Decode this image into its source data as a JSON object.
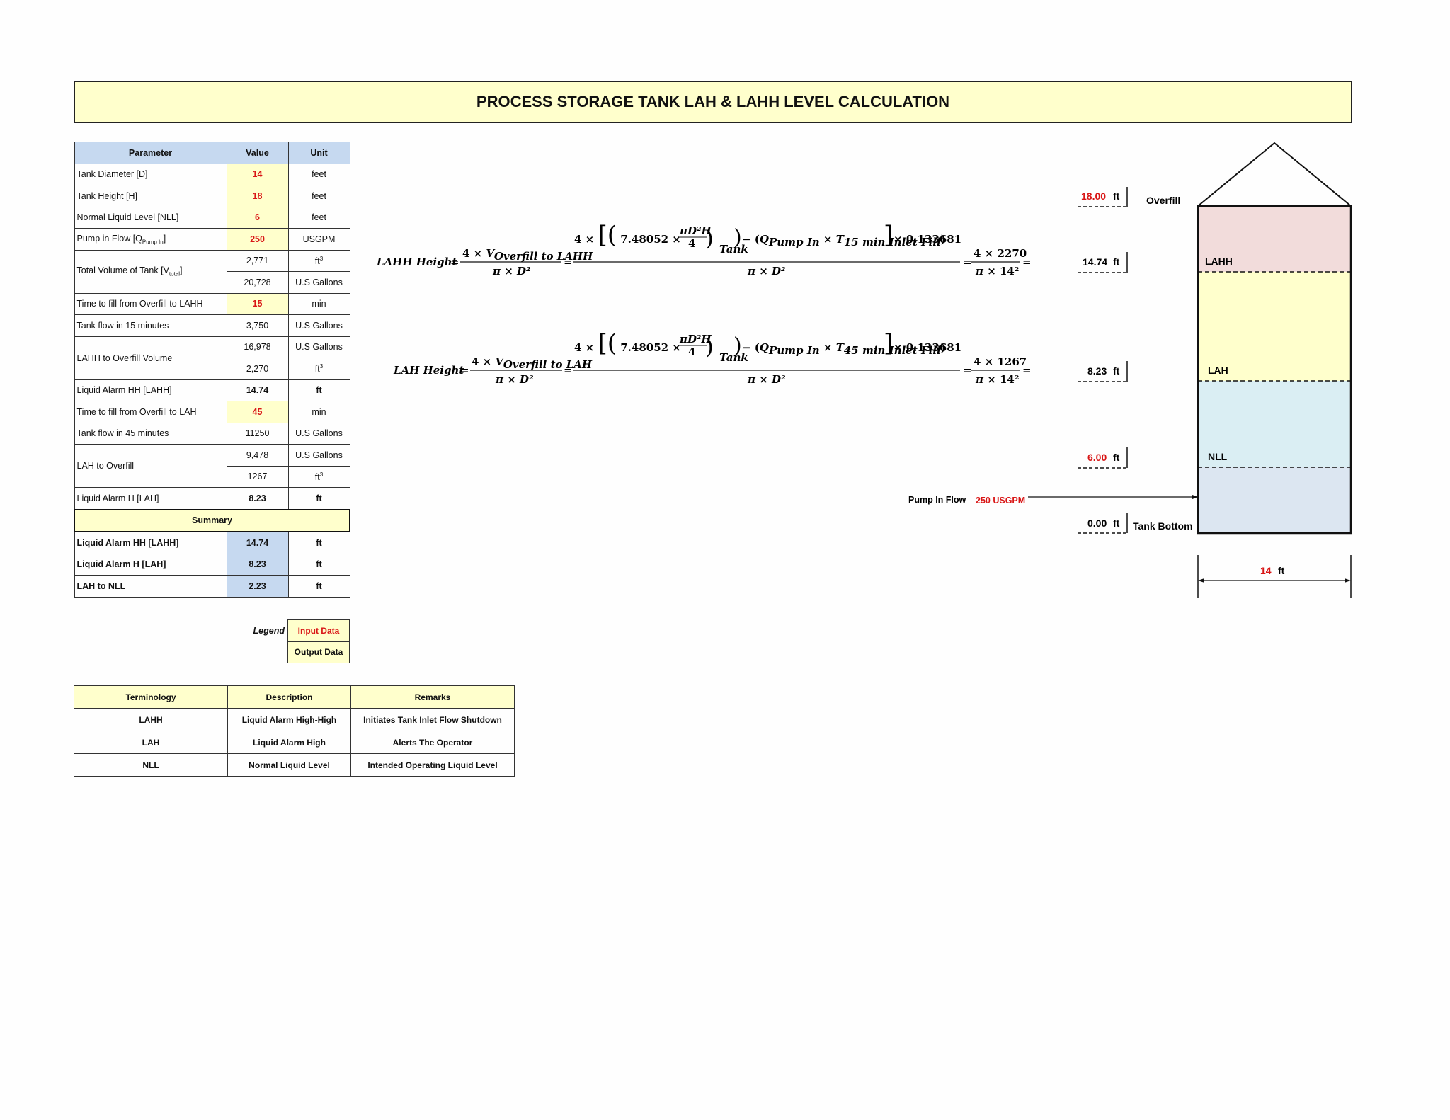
{
  "title": "PROCESS STORAGE TANK LAH & LAHH LEVEL CALCULATION",
  "param_table": {
    "headers": [
      "Parameter",
      "Value",
      "Unit"
    ],
    "rows": [
      {
        "param": "Tank Diameter [D]",
        "value": "14",
        "unit": "feet",
        "type": "input"
      },
      {
        "param": "Tank Height [H]",
        "value": "18",
        "unit": "feet",
        "type": "input"
      },
      {
        "param": "Normal Liquid Level [NLL]",
        "value": "6",
        "unit": "feet",
        "type": "input"
      },
      {
        "param_main": "Pump in Flow [Q",
        "param_sub": "Pump In",
        "param_end": "]",
        "value": "250",
        "unit": "USGPM",
        "type": "input"
      },
      {
        "param_main": "Total Volume of Tank [V",
        "param_sub": "total",
        "param_end": "]",
        "value": "2,771",
        "unit": "ft",
        "unit_sup": "3",
        "value2": "20,728",
        "unit2": "U.S Gallons"
      },
      {
        "param": "Time to fill from Overfill to LAHH",
        "value": "15",
        "unit": "min",
        "type": "input"
      },
      {
        "param": "Tank flow in 15 minutes",
        "value": "3,750",
        "unit": "U.S Gallons"
      },
      {
        "param": "LAHH to Overfill Volume",
        "value": "16,978",
        "unit": "U.S Gallons",
        "value2": "2,270",
        "unit2": "ft",
        "unit2_sup": "3"
      },
      {
        "param": "Liquid Alarm HH [LAHH]",
        "value": "14.74",
        "unit": "ft",
        "type": "bold"
      },
      {
        "param": "Time to fill from Overfill to LAH",
        "value": "45",
        "unit": "min",
        "type": "input"
      },
      {
        "param": "Tank flow in 45 minutes",
        "value": "11250",
        "unit": "U.S Gallons"
      },
      {
        "param": "LAH to Overfill",
        "value": "9,478",
        "unit": "U.S Gallons",
        "value2": "1267",
        "unit2": "ft",
        "unit2_sup": "3"
      },
      {
        "param": "Liquid Alarm H [LAH]",
        "value": "8.23",
        "unit": "ft",
        "type": "bold"
      }
    ],
    "summary_label": "Summary",
    "summary": [
      {
        "param": "Liquid Alarm HH [LAHH]",
        "value": "14.74",
        "unit": "ft"
      },
      {
        "param": "Liquid Alarm H [LAH]",
        "value": "8.23",
        "unit": "ft"
      },
      {
        "param": "LAH to NLL",
        "value": "2.23",
        "unit": "ft"
      }
    ]
  },
  "legend": {
    "label": "Legend",
    "input": "Input Data",
    "output": "Output Data"
  },
  "terminology": {
    "headers": [
      "Terminology",
      "Description",
      "Remarks"
    ],
    "rows": [
      [
        "LAHH",
        "Liquid Alarm High-High",
        "Initiates Tank Inlet Flow Shutdown"
      ],
      [
        "LAH",
        "Liquid Alarm High",
        "Alerts The Operator"
      ],
      [
        "NLL",
        "Normal Liquid Level",
        "Intended Operating Liquid Level"
      ]
    ]
  },
  "formulas": {
    "lahh": {
      "lhs": "LAHH Height",
      "v_sub": "Overfill to LAHH",
      "t_sub": "15 min Inlet Fill",
      "const1": "7.48052",
      "const2": "0.133681",
      "q_sub": "Pump In",
      "tank_sub": "Tank",
      "num_val": "2270",
      "den_val": "14"
    },
    "lah": {
      "lhs": "LAH Height",
      "v_sub": "Overfill to LAH",
      "t_sub": "45 min Inlet Fill",
      "const1": "7.48052",
      "const2": "0.133681",
      "q_sub": "Pump In",
      "tank_sub": "Tank",
      "num_val": "1267",
      "den_val": "14"
    }
  },
  "tank_diagram": {
    "levels": [
      {
        "value": "18.00",
        "unit": "ft",
        "label": "Overfill",
        "red": true
      },
      {
        "value": "14.74",
        "unit": "ft",
        "label": "LAHH",
        "red": false
      },
      {
        "value": "8.23",
        "unit": "ft",
        "label": "LAH",
        "red": false
      },
      {
        "value": "6.00",
        "unit": "ft",
        "label": "NLL",
        "red": true
      },
      {
        "value": "0.00",
        "unit": "ft",
        "label": "Tank Bottom",
        "red": false
      }
    ],
    "pump_label": "Pump In Flow",
    "pump_value": "250 USGPM",
    "diameter_value": "14",
    "diameter_unit": "ft",
    "colors": {
      "lahh_zone": "#f2dcdb",
      "lah_zone": "#ffffcc",
      "nll_zone": "#daeef3",
      "bottom_zone": "#dce6f1",
      "input_red": "#d91616",
      "header_blue": "#c6d9f0"
    }
  }
}
